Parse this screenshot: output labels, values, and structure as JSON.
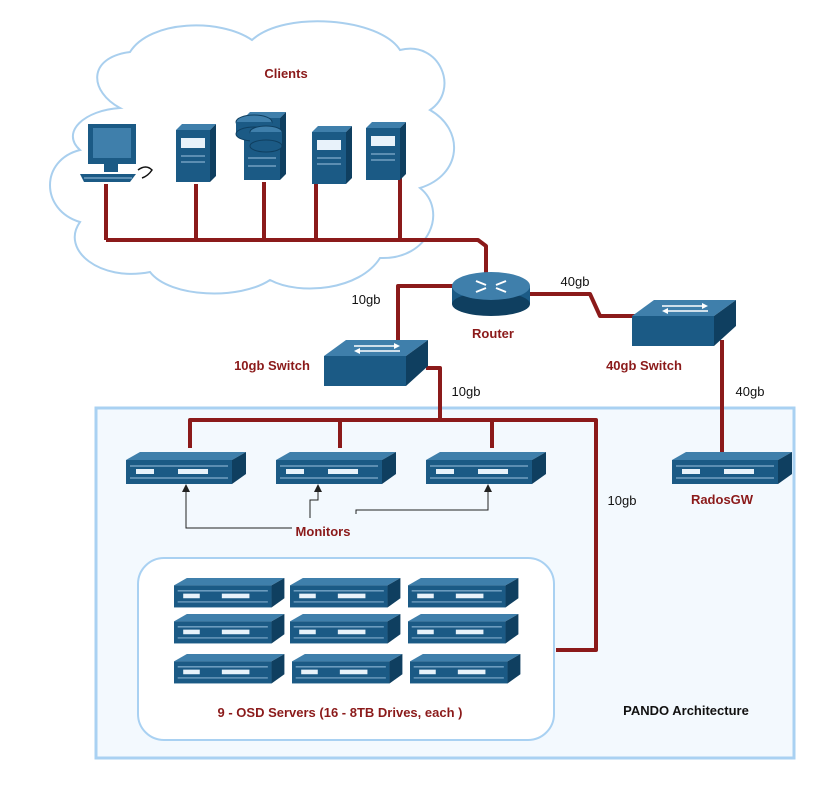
{
  "labels": {
    "clients": "Clients",
    "router": "Router",
    "switch10": "10gb Switch",
    "switch40": "40gb Switch",
    "radosgw": "RadosGW",
    "monitors": "Monitors",
    "osd": "9 - OSD Servers  (16 - 8TB Drives, each )",
    "arch": "PANDO Architecture"
  },
  "links": {
    "router_switch10": "10gb",
    "router_switch40": "40gb",
    "switch10_cluster": "10gb",
    "switch40_radosgw": "40gb",
    "cluster_osd": "10gb"
  },
  "colors": {
    "device": "#1b5a85",
    "device_light": "#3f7fab",
    "device_dark": "#0f3f60",
    "cable": "#8b1a1a",
    "cloud_border": "#a9cfee",
    "cloud_fill": "#ffffff",
    "cluster_border": "#a9d1f2",
    "cluster_fill": "#f3f9fe",
    "label_red": "#8b1a1a"
  },
  "icons": {
    "client_workstation": "desktop-computer-icon",
    "client_tower": "tower-server-icon",
    "client_database": "database-server-icon",
    "router": "router-icon",
    "switch": "network-switch-icon",
    "rack_server": "rack-server-icon"
  }
}
